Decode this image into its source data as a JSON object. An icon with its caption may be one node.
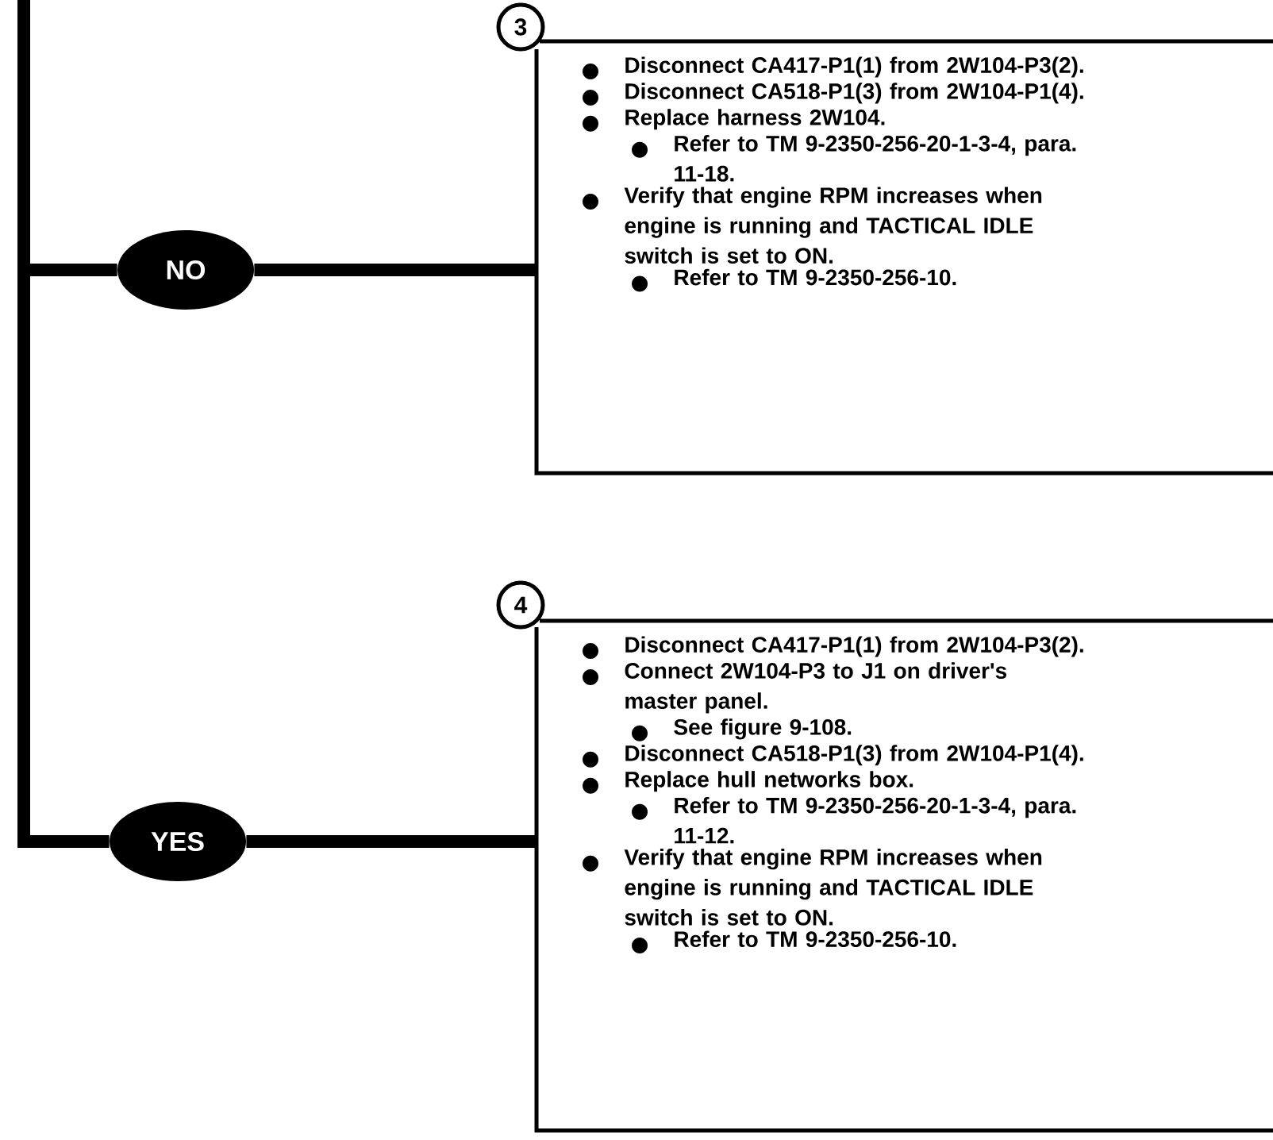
{
  "diagram": {
    "nodes": [
      {
        "text": [
          "NO"
        ]
      },
      {
        "text": [
          "YES"
        ]
      },
      {
        "text": [
          "3",
          "Disconnect CA417-P1(1) from 2W104-P3(2).",
          "Disconnect CA518-P1(3) from 2W104-P1(4).",
          "Replace harness 2W104.",
          "Refer to TM 9-2350-256-20-1-3-4, para. 11-18.",
          "Verify that engine RPM increases when engine is running and TACTICAL IDLE switch is set to ON.",
          "Refer to TM 9-2350-256-10."
        ]
      },
      {
        "text": [
          "4",
          "Disconnect CA417-P1(1) from 2W104-P3(2).",
          "Connect 2W104-P3 to J1 on driver's master panel.",
          "See figure 9-108.",
          "Disconnect CA518-P1(3) from 2W104-P1(4).",
          "Replace hull networks box.",
          "Refer to TM 9-2350-256-20-1-3-4, para. 11-12.",
          "Verify that engine RPM increases when engine is running and TACTICAL IDLE switch is set to ON.",
          "Refer to TM 9-2350-256-10."
        ]
      }
    ],
    "edges": [
      {
        "from": null,
        "to": 0,
        "arrow": "none"
      },
      {
        "from": null,
        "to": 1,
        "arrow": "none"
      },
      {
        "from": 0,
        "to": 2,
        "arrow": "none"
      },
      {
        "from": 1,
        "to": 3,
        "arrow": "none"
      }
    ]
  }
}
